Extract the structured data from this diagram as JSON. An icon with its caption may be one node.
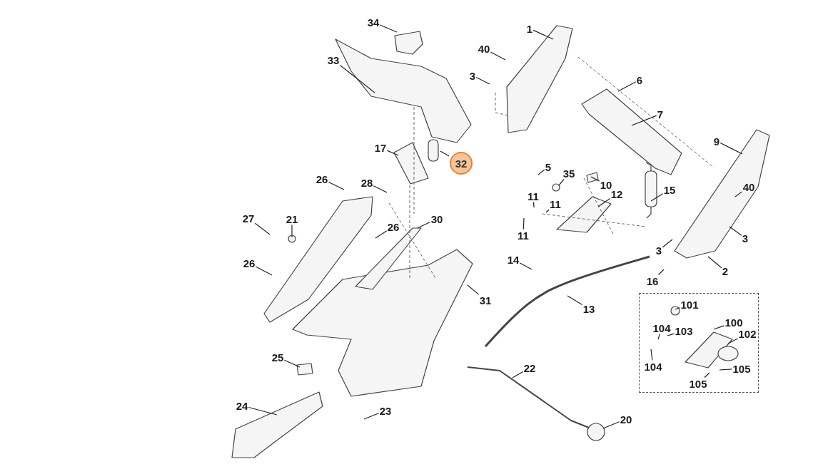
{
  "diagram": {
    "nodes": [
      {
        "text": [
          "34"
        ]
      },
      {
        "text": [
          "1"
        ]
      },
      {
        "text": [
          "40"
        ]
      },
      {
        "text": [
          "33"
        ]
      },
      {
        "text": [
          "3"
        ]
      },
      {
        "text": [
          "6"
        ]
      },
      {
        "text": [
          "7"
        ]
      },
      {
        "text": [
          "9"
        ]
      },
      {
        "text": [
          "17"
        ]
      },
      {
        "text": [
          "32"
        ]
      },
      {
        "text": [
          "5"
        ]
      },
      {
        "text": [
          "35"
        ]
      },
      {
        "text": [
          "10"
        ]
      },
      {
        "text": [
          "26"
        ]
      },
      {
        "text": [
          "28"
        ]
      },
      {
        "text": [
          "40"
        ]
      },
      {
        "text": [
          "15"
        ]
      },
      {
        "text": [
          "12"
        ]
      },
      {
        "text": [
          "11"
        ]
      },
      {
        "text": [
          "11"
        ]
      },
      {
        "text": [
          "27"
        ]
      },
      {
        "text": [
          "21"
        ]
      },
      {
        "text": [
          "30"
        ]
      },
      {
        "text": [
          "26"
        ]
      },
      {
        "text": [
          "3"
        ]
      },
      {
        "text": [
          "11"
        ]
      },
      {
        "text": [
          "3"
        ]
      },
      {
        "text": [
          "14"
        ]
      },
      {
        "text": [
          "26"
        ]
      },
      {
        "text": [
          "2"
        ]
      },
      {
        "text": [
          "16"
        ]
      },
      {
        "text": [],
        "shape": "box"
      },
      {
        "text": [
          "101"
        ],
        "in": 31
      },
      {
        "text": [
          "31"
        ]
      },
      {
        "text": [
          "13"
        ]
      },
      {
        "text": [
          "100"
        ],
        "in": 31
      },
      {
        "text": [
          "104"
        ],
        "in": 31
      },
      {
        "text": [
          "103"
        ],
        "in": 31
      },
      {
        "text": [
          "102"
        ],
        "in": 31
      },
      {
        "text": [
          "25"
        ]
      },
      {
        "text": [
          "104"
        ],
        "in": 31
      },
      {
        "text": [
          "105"
        ],
        "in": 31
      },
      {
        "text": [
          "22"
        ]
      },
      {
        "text": [
          "105"
        ],
        "in": 31
      },
      {
        "text": [
          "24"
        ]
      },
      {
        "text": [
          "23"
        ]
      },
      {
        "text": [
          "20"
        ]
      }
    ],
    "edges": [
      {
        "from": 0,
        "to": null,
        "arrow": "none"
      },
      {
        "from": 1,
        "to": null,
        "arrow": "none"
      },
      {
        "from": 2,
        "to": null,
        "arrow": "none"
      },
      {
        "from": 3,
        "to": null,
        "arrow": "none"
      },
      {
        "from": 4,
        "to": null,
        "arrow": "none"
      },
      {
        "from": 5,
        "to": null,
        "arrow": "none"
      },
      {
        "from": 6,
        "to": null,
        "arrow": "none"
      },
      {
        "from": 7,
        "to": null,
        "arrow": "none"
      },
      {
        "from": 8,
        "to": null,
        "arrow": "none"
      },
      {
        "from": 9,
        "to": null,
        "arrow": "none"
      },
      {
        "from": 10,
        "to": null,
        "arrow": "none"
      },
      {
        "from": 11,
        "to": null,
        "arrow": "none"
      },
      {
        "from": 12,
        "to": null,
        "arrow": "none"
      },
      {
        "from": 13,
        "to": null,
        "arrow": "none"
      },
      {
        "from": 14,
        "to": null,
        "arrow": "none"
      },
      {
        "from": 15,
        "to": null,
        "arrow": "none"
      },
      {
        "from": 16,
        "to": null,
        "arrow": "none"
      },
      {
        "from": 17,
        "to": null,
        "arrow": "none"
      },
      {
        "from": 18,
        "to": null,
        "arrow": "none"
      },
      {
        "from": 19,
        "to": null,
        "arrow": "none"
      },
      {
        "from": 20,
        "to": null,
        "arrow": "none"
      },
      {
        "from": 21,
        "to": null,
        "arrow": "none"
      },
      {
        "from": 22,
        "to": null,
        "arrow": "none"
      },
      {
        "from": 23,
        "to": null,
        "arrow": "none"
      },
      {
        "from": 24,
        "to": null,
        "arrow": "none"
      },
      {
        "from": 25,
        "to": null,
        "arrow": "none"
      },
      {
        "from": 26,
        "to": null,
        "arrow": "none"
      },
      {
        "from": 27,
        "to": null,
        "arrow": "none"
      },
      {
        "from": 28,
        "to": null,
        "arrow": "none"
      },
      {
        "from": 29,
        "to": null,
        "arrow": "none"
      },
      {
        "from": 30,
        "to": null,
        "arrow": "none"
      },
      {
        "from": 32,
        "to": null,
        "arrow": "none"
      },
      {
        "from": 33,
        "to": null,
        "arrow": "none"
      },
      {
        "from": 34,
        "to": null,
        "arrow": "none"
      },
      {
        "from": 35,
        "to": null,
        "arrow": "none"
      },
      {
        "from": 36,
        "to": null,
        "arrow": "none"
      },
      {
        "from": 37,
        "to": null,
        "arrow": "none"
      },
      {
        "from": 38,
        "to": null,
        "arrow": "none"
      },
      {
        "from": 39,
        "to": null,
        "arrow": "none"
      },
      {
        "from": 40,
        "to": null,
        "arrow": "none"
      },
      {
        "from": 41,
        "to": null,
        "arrow": "none"
      },
      {
        "from": 42,
        "to": null,
        "arrow": "none"
      },
      {
        "from": 43,
        "to": null,
        "arrow": "none"
      },
      {
        "from": 44,
        "to": null,
        "arrow": "none"
      },
      {
        "from": 45,
        "to": null,
        "arrow": "none"
      },
      {
        "from": 46,
        "to": null,
        "arrow": "none"
      }
    ]
  }
}
